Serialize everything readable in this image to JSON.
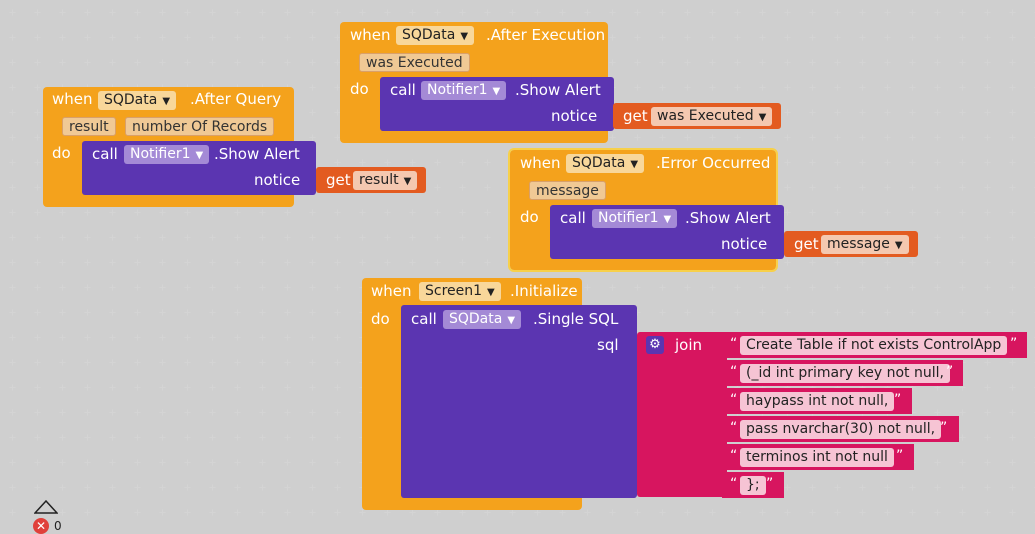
{
  "kw": {
    "when": "when",
    "do": "do",
    "call": "call",
    "get": "get",
    "notice": "notice",
    "sql": "sql",
    "join": "join",
    "quote": "“",
    "quote_end": "”"
  },
  "b1": {
    "component": "SQData",
    "event": ".After Query",
    "params": [
      "result",
      "number Of Records"
    ],
    "target": "Notifier1",
    "method": ".Show Alert",
    "var": "result"
  },
  "b2": {
    "component": "SQData",
    "event": ".After Execution",
    "params": [
      "was Executed"
    ],
    "target": "Notifier1",
    "method": ".Show Alert",
    "var": "was Executed"
  },
  "b3": {
    "component": "SQData",
    "event": ".Error Occurred",
    "params": [
      "message"
    ],
    "target": "Notifier1",
    "method": ".Show Alert",
    "var": "message"
  },
  "b4": {
    "component": "Screen1",
    "event": ".Initialize",
    "target": "SQData",
    "method": ".Single SQL",
    "strings": [
      "Create Table if not exists ControlApp",
      "(_id int primary key not null,",
      "haypass int not null,",
      "pass nvarchar(30) not null,",
      "terminos int not null",
      "};"
    ]
  },
  "trash": {
    "count": "0"
  },
  "colors": {
    "event": "#f4a21c",
    "call": "#5b35b1",
    "getter": "#e35b20",
    "text": "#d7155f"
  }
}
